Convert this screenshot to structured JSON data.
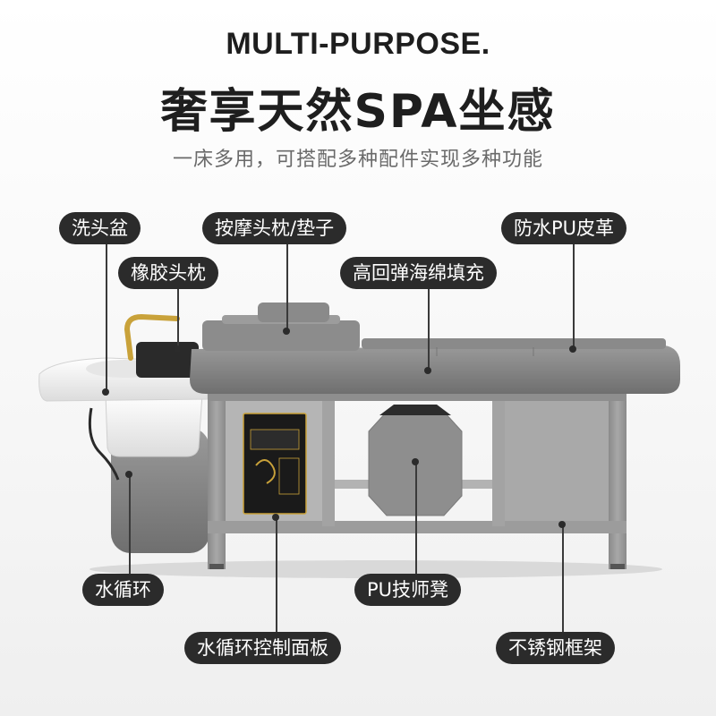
{
  "heading_en": "MULTI-PURPOSE.",
  "heading_zh": "奢享天然SPA坐感",
  "subheading": "一床多用，可搭配多种配件实现多种功能",
  "colors": {
    "pill_background": "#2b2b2b",
    "pill_text": "#ffffff",
    "leather_grey": "#7d7d7d",
    "frame_grey": "#9a9a9a",
    "basin_white": "#f2f2f2",
    "accent_gold": "#c9a23a"
  },
  "callouts": {
    "basin": "洗头盆",
    "rubber_pillow": "橡胶头枕",
    "massage_pillow": "按摩头枕/垫子",
    "sponge": "高回弹海绵填充",
    "pu_leather": "防水PU皮革",
    "water_circulation": "水循环",
    "stool": "PU技师凳",
    "control_panel": "水循环控制面板",
    "frame": "不锈钢框架"
  }
}
